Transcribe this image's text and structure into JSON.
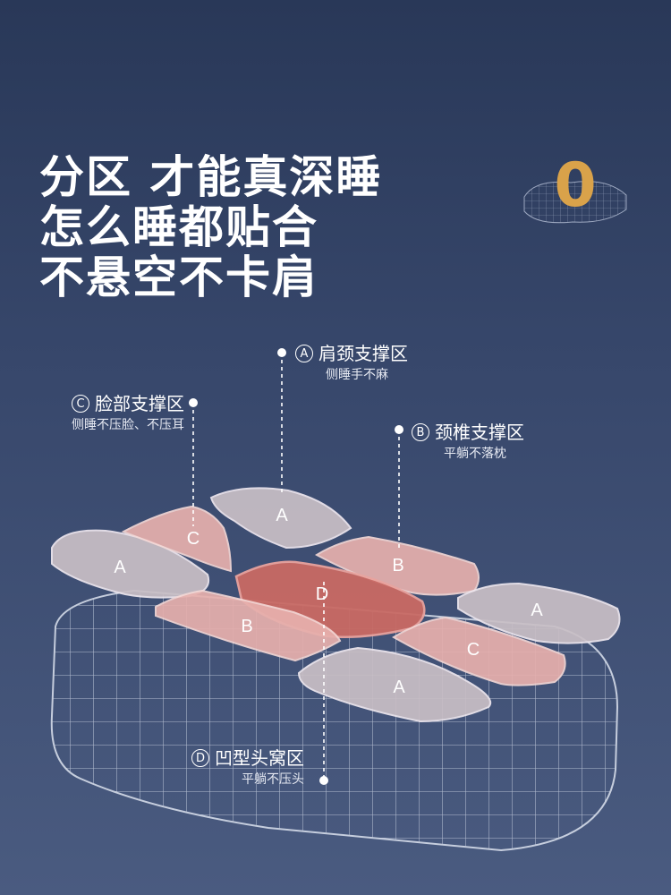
{
  "headline": {
    "line1": "分区 才能真深睡",
    "line2": "怎么睡都贴合",
    "line3": "不悬空不卡肩"
  },
  "badge": {
    "number": "0"
  },
  "zones": {
    "A": "A",
    "B": "B",
    "C": "C",
    "D": "D"
  },
  "callouts": {
    "a": {
      "letter": "A",
      "title": "肩颈支撑区",
      "sub": "侧睡手不麻"
    },
    "c": {
      "letter": "C",
      "title": "脸部支撑区",
      "sub": "侧睡不压脸、不压耳"
    },
    "b": {
      "letter": "B",
      "title": "颈椎支撑区",
      "sub": "平躺不落枕"
    },
    "d": {
      "letter": "D",
      "title": "凹型头窝区",
      "sub": "平躺不压头"
    }
  },
  "colors": {
    "bg_top": "#293858",
    "bg_bottom": "#4a5b80",
    "accent_gold": "#d9a24a",
    "zone_grey": "#c9bfc6",
    "zone_pink": "#e7b0ad",
    "zone_red": "#c96a64"
  }
}
